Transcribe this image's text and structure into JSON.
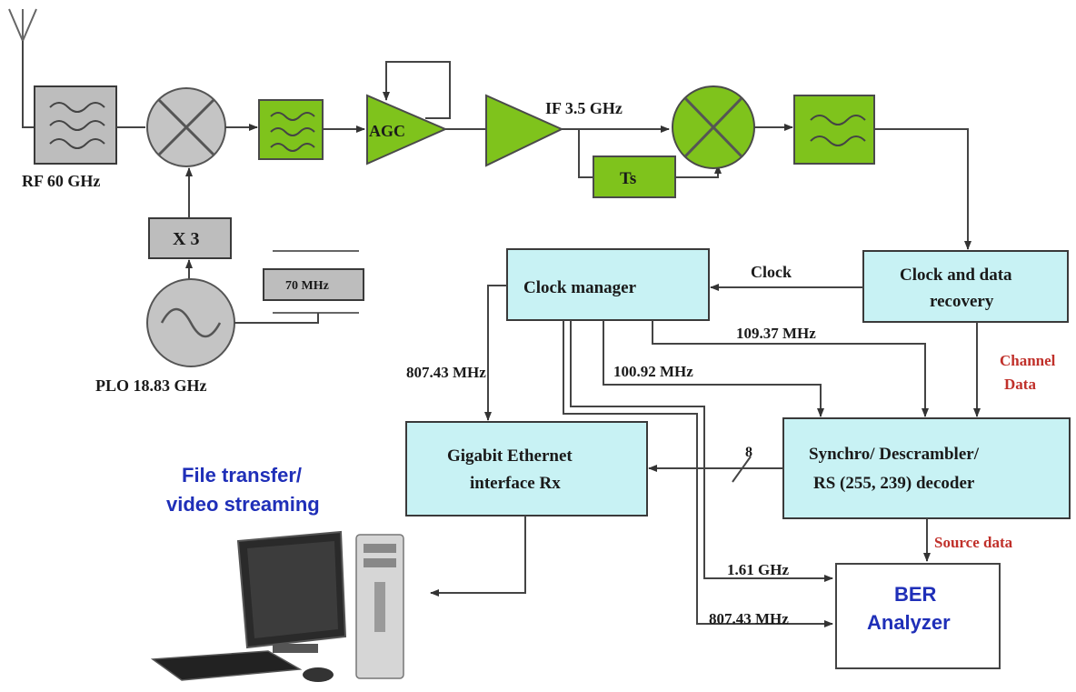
{
  "blocks": {
    "rf_label": "RF 60 GHz",
    "multiplier": "X 3",
    "plo_label": "PLO 18.83 GHz",
    "ref_clock": "70 MHz",
    "agc": "AGC",
    "if_label": "IF 3.5 GHz",
    "ts": "Ts",
    "clock_manager": "Clock manager",
    "cdr_line1": "Clock and data",
    "cdr_line2": "recovery",
    "gbe_line1": "Gigabit Ethernet",
    "gbe_line2": "interface Rx",
    "sync_line1": "Synchro/ Descrambler/",
    "sync_line2": "RS (255, 239) decoder",
    "ber_line1": "BER",
    "ber_line2": "Analyzer"
  },
  "signals": {
    "clock": "Clock",
    "f_109": "109.37 MHz",
    "f_807_a": "807.43 MHz",
    "f_100": "100.92 MHz",
    "channel_1": "Channel",
    "channel_2": "Data",
    "bus_width": "8",
    "source_data": "Source data",
    "f_161": "1.61 GHz",
    "f_807_b": "807.43 MHz"
  },
  "pc": {
    "line1": "File transfer/",
    "line2": "video streaming"
  },
  "colors": {
    "green": "#7fc31c",
    "cyan": "#c8f2f4",
    "red_label": "#c0302a",
    "blue_label": "#1f2fb8"
  }
}
